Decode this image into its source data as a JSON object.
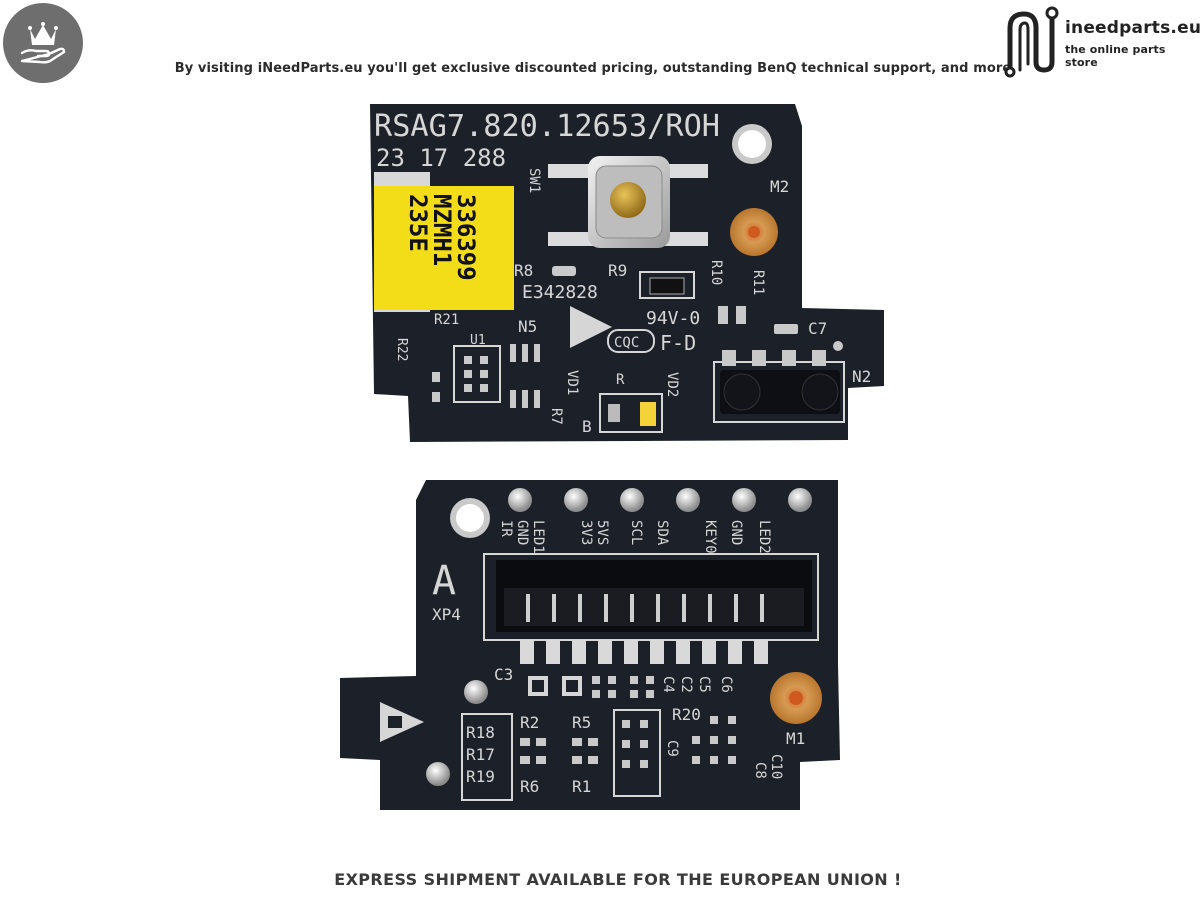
{
  "header": {
    "tagline": "By visiting iNeedParts.eu you'll get exclusive discounted pricing, outstanding BenQ technical support, and more",
    "brand_name": "ineedparts.eu",
    "brand_sub": "the online parts store"
  },
  "board_top": {
    "part_number": "RSAG7.820.12653/ROH",
    "date_code": "23 17 288",
    "sticker_lines": [
      "336399",
      "MZMH1",
      "235E"
    ],
    "cert_code": "E342828",
    "rating": "94V-0",
    "fd_mark": "F-D",
    "cqc_mark": "CQC",
    "b_mark": "B",
    "r_mark": "R",
    "label_sw1": "SW1",
    "label_m2": "M2",
    "label_r8": "R8",
    "label_r9": "R9",
    "label_r10": "R10",
    "label_r11": "R11",
    "label_r21": "R21",
    "label_r22": "R22",
    "label_u1": "U1",
    "label_n5": "N5",
    "label_vd1": "VD1",
    "label_vd2": "VD2",
    "label_r7": "R7",
    "label_c7": "C7",
    "label_n2": "N2"
  },
  "board_bottom": {
    "pin_labels": [
      "IR",
      "GND",
      "LED1",
      "3V3",
      "5VS",
      "SCL",
      "SDA",
      "KEY0",
      "GND",
      "LED2"
    ],
    "letter_a": "A",
    "label_xp4": "XP4",
    "label_c3": "C3",
    "label_c4": "C4",
    "label_c2": "C2",
    "label_c5": "C5",
    "label_c6": "C6",
    "label_r20": "R20",
    "label_m1": "M1",
    "label_r18": "R18",
    "label_r17": "R17",
    "label_r19": "R19",
    "label_r2": "R2",
    "label_r5": "R5",
    "label_r6": "R6",
    "label_r1": "R1",
    "label_c9": "C9",
    "label_c8": "C8",
    "label_c10": "C10"
  },
  "footer": {
    "text": "EXPRESS SHIPMENT AVAILABLE FOR THE EUROPEAN UNION !"
  },
  "colors": {
    "pcb": "#1c2029",
    "silkscreen": "#d8d8d8",
    "sticker": "#f3dc18",
    "pad_copper": "#d07a3a",
    "badge": "#6e6e6e"
  }
}
